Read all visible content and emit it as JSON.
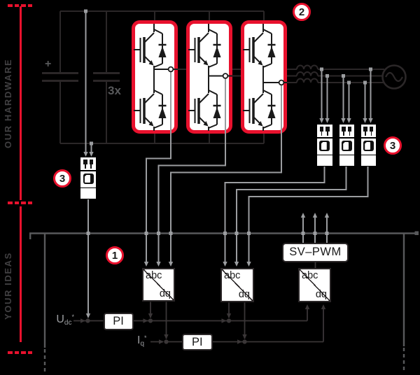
{
  "sections": {
    "hardware": "OUR HARDWARE",
    "ideas": "YOUR IDEAS"
  },
  "badges": {
    "control": "1",
    "module": "2",
    "sensor_left": "3",
    "sensor_right": "3"
  },
  "power": {
    "plus": "+",
    "multiplier": "3x"
  },
  "control": {
    "transforms": [
      {
        "top": "abc",
        "bottom": "dq"
      },
      {
        "top": "abc",
        "bottom": "dq"
      },
      {
        "top": "abc",
        "bottom": "dq"
      }
    ],
    "pi": [
      {
        "label": "PI"
      },
      {
        "label": "PI"
      }
    ],
    "svpwm": "SV–PWM",
    "udc": {
      "base": "U",
      "sub": "dc",
      "sup": "*"
    },
    "iq": {
      "base": "I",
      "sub": "q",
      "sup": "*"
    }
  },
  "colors": {
    "red": "#e8112d",
    "gray": "#9b9da0",
    "bus": "#58595b",
    "ink": "#2b2728"
  }
}
